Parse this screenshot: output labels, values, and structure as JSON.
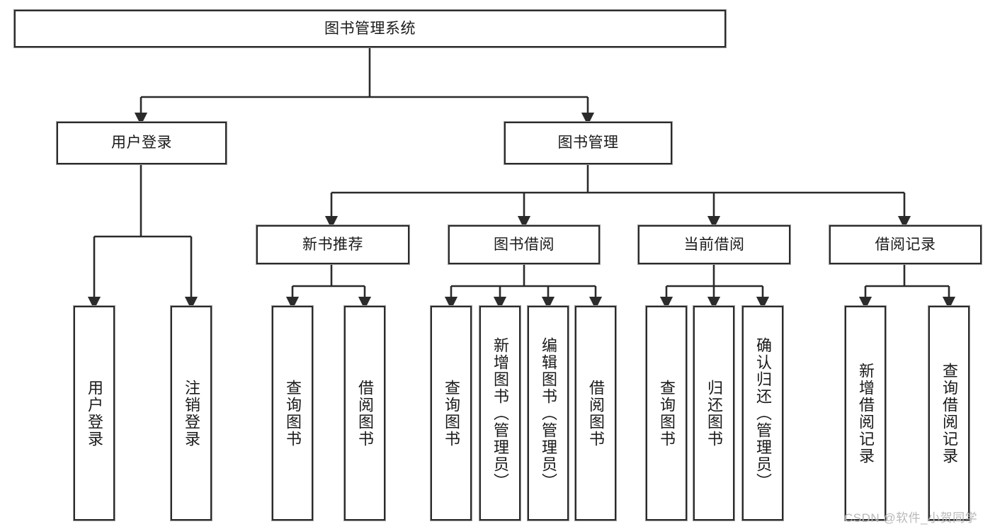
{
  "diagram": {
    "title": "图书管理系统",
    "watermark": "CSDN @软件_小贺同学",
    "colors": {
      "stroke": "#2b2b2b",
      "fill": "#ffffff",
      "text": "#1a1a1a",
      "watermark": "#b9b9b9"
    },
    "nodes": {
      "root": {
        "label": "图书管理系统"
      },
      "user_login": {
        "label": "用户登录"
      },
      "book_manage": {
        "label": "图书管理"
      },
      "new_book_rec": {
        "label": "新书推荐"
      },
      "book_borrow": {
        "label": "图书借阅"
      },
      "current_borrow": {
        "label": "当前借阅"
      },
      "borrow_record": {
        "label": "借阅记录"
      },
      "leaf_user_login": {
        "label": "用户登录"
      },
      "leaf_logout": {
        "label": "注销登录"
      },
      "leaf_query_book_a": {
        "label": "查询图书"
      },
      "leaf_borrow_book_a": {
        "label": "借阅图书"
      },
      "leaf_query_book_b": {
        "label": "查询图书"
      },
      "leaf_add_book": {
        "label": "新增图书（管理员）"
      },
      "leaf_edit_book": {
        "label": "编辑图书（管理员）"
      },
      "leaf_borrow_book_b": {
        "label": "借阅图书"
      },
      "leaf_query_book_c": {
        "label": "查询图书"
      },
      "leaf_return_book": {
        "label": "归还图书"
      },
      "leaf_confirm_return": {
        "label": "确认归还（管理员）"
      },
      "leaf_add_record": {
        "label": "新增借阅记录"
      },
      "leaf_query_record": {
        "label": "查询借阅记录"
      }
    }
  }
}
